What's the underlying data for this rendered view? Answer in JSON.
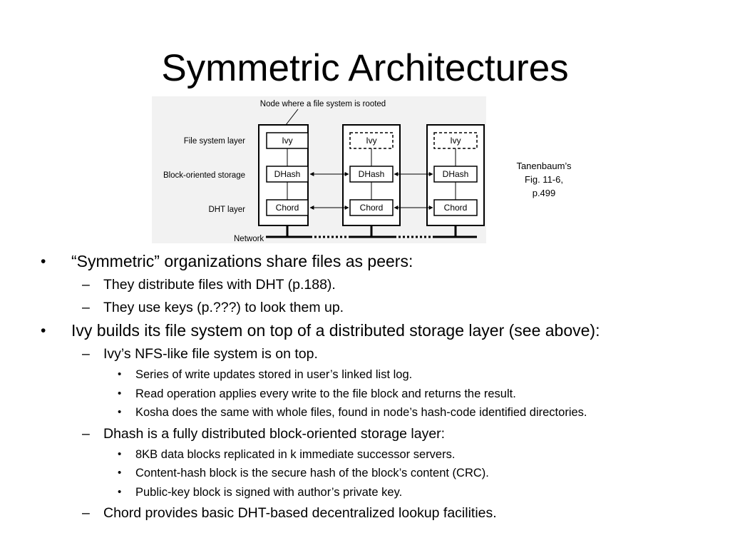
{
  "title": "Symmetric Architectures",
  "figure": {
    "top_label": "Node where a file system is rooted",
    "layer_labels": [
      "File system layer",
      "Block-oriented storage",
      "DHT layer"
    ],
    "network_label": "Network",
    "nodes": [
      {
        "ivy": "Ivy",
        "dhash": "DHash",
        "chord": "Chord",
        "ivy_style": "solid"
      },
      {
        "ivy": "Ivy",
        "dhash": "DHash",
        "chord": "Chord",
        "ivy_style": "dashed"
      },
      {
        "ivy": "Ivy",
        "dhash": "DHash",
        "chord": "Chord",
        "ivy_style": "dashed"
      }
    ]
  },
  "caption": {
    "lines": [
      "Tanenbaum’s",
      "Fig. 11-6,",
      "p.499"
    ]
  },
  "bullets": [
    {
      "level": 1,
      "mark": "•",
      "text": "“Symmetric” organizations share files as peers:"
    },
    {
      "level": 2,
      "mark": "–",
      "text": "They distribute files with DHT (p.188)."
    },
    {
      "level": 2,
      "mark": "–",
      "text": "They use keys (p.???) to look them up."
    },
    {
      "level": 1,
      "mark": "•",
      "text": "Ivy builds its file system on top of a distributed storage layer (see above):"
    },
    {
      "level": 2,
      "mark": "–",
      "text": "Ivy’s NFS-like file system is on top."
    },
    {
      "level": 3,
      "mark": "•",
      "text": "Series of write updates stored in user’s linked list log."
    },
    {
      "level": 3,
      "mark": "•",
      "text": "Read operation applies every write to the file block and returns the result."
    },
    {
      "level": 3,
      "mark": "•",
      "text": "Kosha does the same with whole files, found in node’s hash-code identified directories."
    },
    {
      "level": 2,
      "mark": "–",
      "text": "Dhash is a fully distributed block-oriented storage layer:"
    },
    {
      "level": 3,
      "mark": "•",
      "text": "8KB data blocks replicated in k immediate successor servers."
    },
    {
      "level": 3,
      "mark": "•",
      "text": "Content-hash block is the secure hash of the block’s content (CRC)."
    },
    {
      "level": 3,
      "mark": "•",
      "text": "Public-key block is signed with author’s private key."
    },
    {
      "level": 2,
      "mark": "–",
      "text": "Chord provides basic DHT-based decentralized lookup facilities."
    }
  ]
}
